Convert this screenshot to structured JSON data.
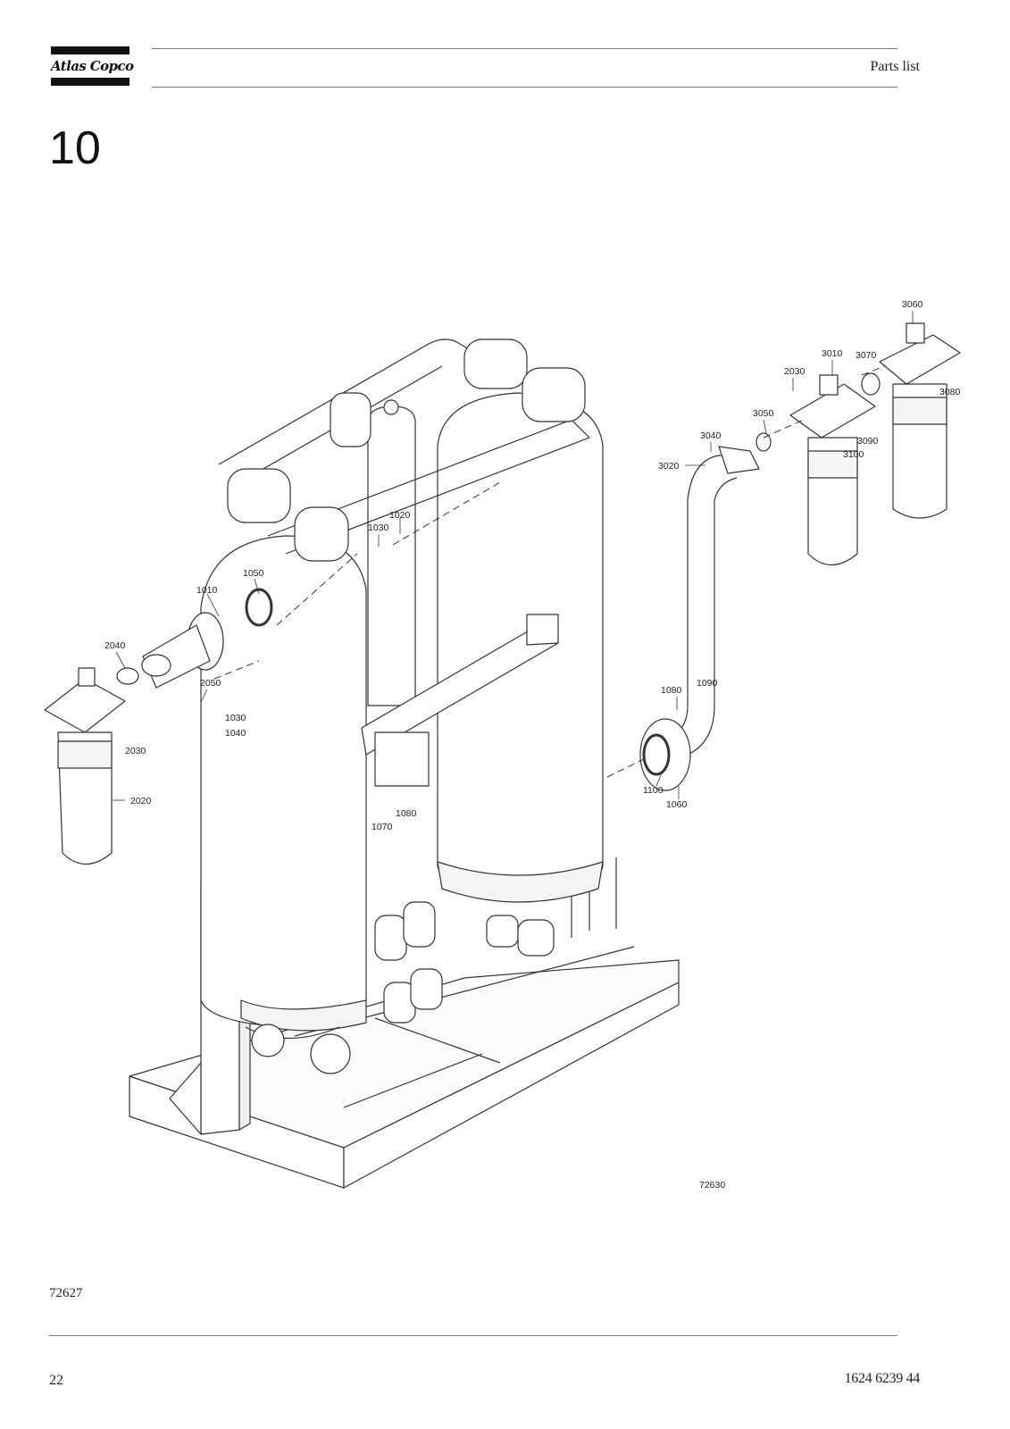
{
  "header": {
    "brand": "Atlas Copco",
    "title": "Parts list"
  },
  "section": {
    "number": "10"
  },
  "figure": {
    "drawing_number": "72630",
    "callouts": [
      "3060",
      "3010",
      "3070",
      "2030",
      "3080",
      "3050",
      "3040",
      "3090",
      "3100",
      "3020",
      "1020",
      "1030",
      "1050",
      "1010",
      "2040",
      "2050",
      "1030",
      "1040",
      "2030",
      "2020",
      "1080",
      "1090",
      "1100",
      "1060",
      "1080",
      "1070"
    ]
  },
  "footer": {
    "figure_code": "72627",
    "page_number": "22",
    "document_number": "1624 6239 44"
  }
}
